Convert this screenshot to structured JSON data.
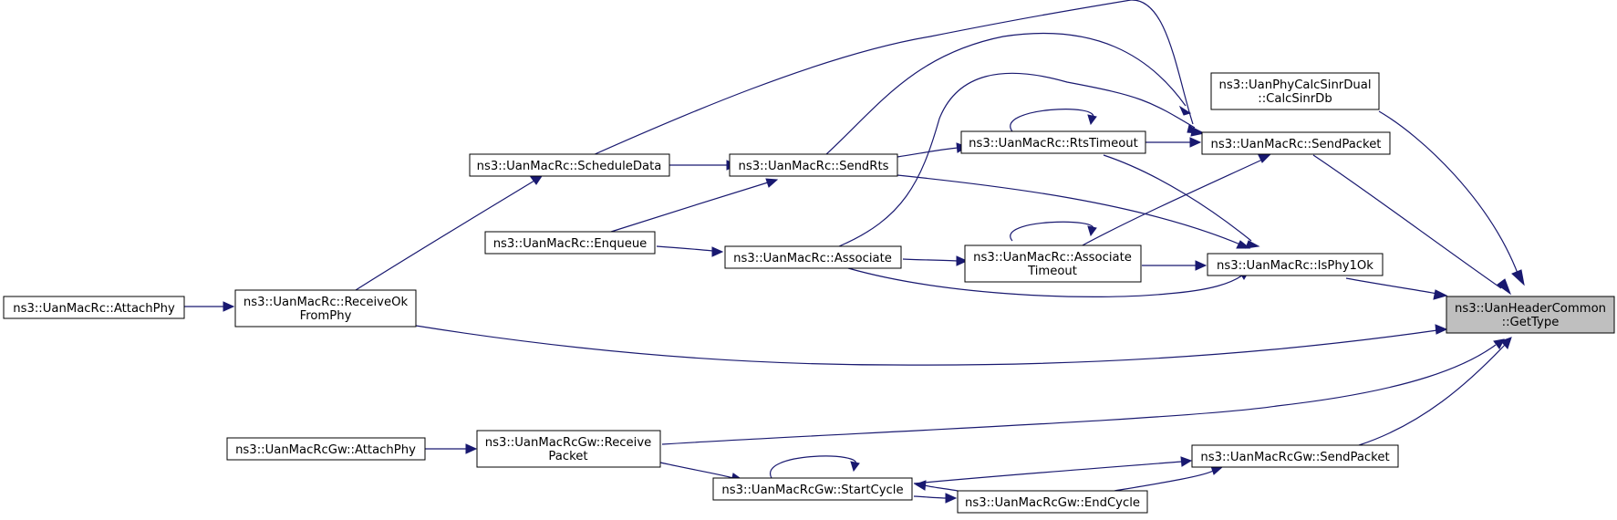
{
  "colors": {
    "edge": "#191970",
    "root_fill": "#bfbfbf",
    "node_fill": "#ffffff",
    "node_border": "#000000"
  },
  "nodes": {
    "get_type": {
      "lines": [
        "ns3::UanHeaderCommon",
        "::GetType"
      ]
    },
    "calc_sinr_db": {
      "lines": [
        "ns3::UanPhyCalcSinrDual",
        "::CalcSinrDb"
      ]
    },
    "rc_send_packet": {
      "lines": [
        "ns3::UanMacRc::SendPacket"
      ]
    },
    "rc_rts_timeout": {
      "lines": [
        "ns3::UanMacRc::RtsTimeout"
      ]
    },
    "rc_send_rts": {
      "lines": [
        "ns3::UanMacRc::SendRts"
      ]
    },
    "rc_schedule_data": {
      "lines": [
        "ns3::UanMacRc::ScheduleData"
      ]
    },
    "rc_enqueue": {
      "lines": [
        "ns3::UanMacRc::Enqueue"
      ]
    },
    "rc_associate": {
      "lines": [
        "ns3::UanMacRc::Associate"
      ]
    },
    "rc_associate_timeout": {
      "lines": [
        "ns3::UanMacRc::Associate",
        "Timeout"
      ]
    },
    "rc_is_phy1_ok": {
      "lines": [
        "ns3::UanMacRc::IsPhy1Ok"
      ]
    },
    "rc_attach_phy": {
      "lines": [
        "ns3::UanMacRc::AttachPhy"
      ]
    },
    "rc_receive_ok_from_phy": {
      "lines": [
        "ns3::UanMacRc::ReceiveOk",
        "FromPhy"
      ]
    },
    "gw_attach_phy": {
      "lines": [
        "ns3::UanMacRcGw::AttachPhy"
      ]
    },
    "gw_receive_packet": {
      "lines": [
        "ns3::UanMacRcGw::Receive",
        "Packet"
      ]
    },
    "gw_send_packet": {
      "lines": [
        "ns3::UanMacRcGw::SendPacket"
      ]
    },
    "gw_start_cycle": {
      "lines": [
        "ns3::UanMacRcGw::StartCycle"
      ]
    },
    "gw_end_cycle": {
      "lines": [
        "ns3::UanMacRcGw::EndCycle"
      ]
    }
  },
  "edges": [
    {
      "from": "calc_sinr_db",
      "to": "get_type"
    },
    {
      "from": "rc_send_packet",
      "to": "get_type"
    },
    {
      "from": "rc_is_phy1_ok",
      "to": "get_type"
    },
    {
      "from": "rc_receive_ok_from_phy",
      "to": "get_type"
    },
    {
      "from": "gw_receive_packet",
      "to": "get_type"
    },
    {
      "from": "gw_send_packet",
      "to": "get_type"
    },
    {
      "from": "rc_rts_timeout",
      "to": "rc_send_packet"
    },
    {
      "from": "rc_associate_timeout",
      "to": "rc_send_packet"
    },
    {
      "from": "rc_schedule_data",
      "to": "rc_send_packet"
    },
    {
      "from": "rc_send_rts",
      "to": "rc_send_packet"
    },
    {
      "from": "rc_associate",
      "to": "rc_send_packet"
    },
    {
      "from": "rc_rts_timeout",
      "to": "rc_rts_timeout"
    },
    {
      "from": "rc_send_rts",
      "to": "rc_rts_timeout"
    },
    {
      "from": "rc_schedule_data",
      "to": "rc_send_rts"
    },
    {
      "from": "rc_enqueue",
      "to": "rc_send_rts"
    },
    {
      "from": "rc_receive_ok_from_phy",
      "to": "rc_schedule_data"
    },
    {
      "from": "rc_enqueue",
      "to": "rc_associate"
    },
    {
      "from": "rc_associate",
      "to": "rc_associate_timeout"
    },
    {
      "from": "rc_associate_timeout",
      "to": "rc_associate_timeout"
    },
    {
      "from": "rc_associate_timeout",
      "to": "rc_is_phy1_ok"
    },
    {
      "from": "rc_rts_timeout",
      "to": "rc_is_phy1_ok"
    },
    {
      "from": "rc_send_rts",
      "to": "rc_is_phy1_ok"
    },
    {
      "from": "rc_associate",
      "to": "rc_is_phy1_ok"
    },
    {
      "from": "rc_attach_phy",
      "to": "rc_receive_ok_from_phy"
    },
    {
      "from": "gw_attach_phy",
      "to": "gw_receive_packet"
    },
    {
      "from": "gw_start_cycle",
      "to": "gw_send_packet"
    },
    {
      "from": "gw_end_cycle",
      "to": "gw_send_packet"
    },
    {
      "from": "gw_receive_packet",
      "to": "gw_start_cycle"
    },
    {
      "from": "gw_start_cycle",
      "to": "gw_start_cycle"
    },
    {
      "from": "gw_end_cycle",
      "to": "gw_start_cycle"
    },
    {
      "from": "gw_start_cycle",
      "to": "gw_end_cycle"
    }
  ]
}
